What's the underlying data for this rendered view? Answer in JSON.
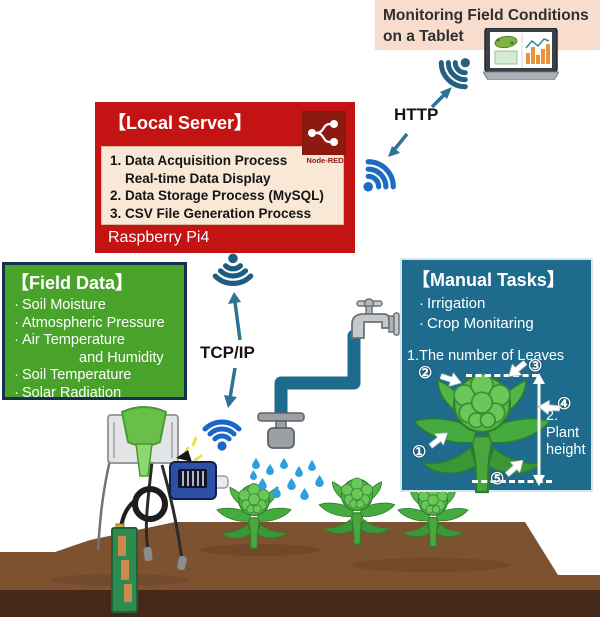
{
  "header": {
    "line1": "Monitoring Field Conditions",
    "line2": "on a Tablet"
  },
  "connections": {
    "http": "HTTP",
    "tcpip": "TCP/IP"
  },
  "local_server": {
    "title": "【Local Server】",
    "process_lines": [
      "1. Data Acquisition Process",
      "Real-time Data Display",
      "2. Data Storage Process (MySQL)",
      "3. CSV File Generation Process"
    ],
    "device": "Raspberry Pi4",
    "badge_label": "Node-RED"
  },
  "field_data": {
    "title": "【Field Data】",
    "items": [
      {
        "bullet": "·",
        "label": "Soil Moisture"
      },
      {
        "bullet": "·",
        "label": "Atmospheric Pressure"
      },
      {
        "bullet": "·",
        "label": "Air Temperature"
      },
      {
        "bullet": "",
        "label": "and Humidity"
      },
      {
        "bullet": "·",
        "label": "Soil Temperature"
      },
      {
        "bullet": "·",
        "label": "Solar Radiation"
      }
    ]
  },
  "manual_tasks": {
    "title": "【Manual Tasks】",
    "items": [
      {
        "bullet": "·",
        "label": "Irrigation"
      },
      {
        "bullet": "·",
        "label": "Crop Monitaring"
      }
    ],
    "leaves_note": "1.The number of Leaves",
    "height_lines": [
      "2.",
      "Plant",
      "height"
    ],
    "markers": {
      "m1": "①",
      "m2": "②",
      "m3": "③",
      "m4": "④",
      "m5": "⑤"
    }
  },
  "colors": {
    "server_red": "#c31312",
    "server_inner_cream": "#f9e8d6",
    "header_peach": "#f8ddcf",
    "field_green": "#49a22a",
    "field_border_navy": "#16304f",
    "tasks_teal": "#1e6b8d",
    "nodered_maroon": "#8d1a10",
    "wifi_dark": "#27607f",
    "wifi_blue": "#1e6bc4",
    "arrow_blue": "#2e7396",
    "pipe_teal": "#1f6b8d",
    "water_blue": "#2da0dd",
    "soil_brown": "#7d5231",
    "soil_dark": "#45291a",
    "plant_green": "#46ab3f"
  }
}
